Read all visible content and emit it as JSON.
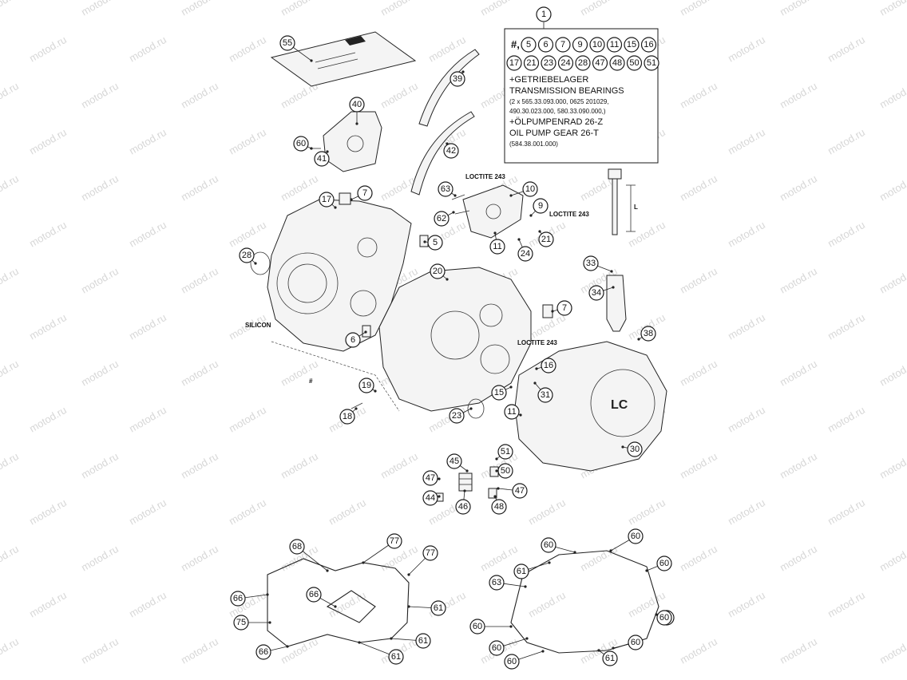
{
  "watermark": "motod.ru",
  "info_box": {
    "callout": "1",
    "hash_label": "#,",
    "row1": [
      "5",
      "6",
      "7",
      "9",
      "10",
      "11",
      "15",
      "16"
    ],
    "row2": [
      "17",
      "21",
      "23",
      "24",
      "28",
      "47",
      "48",
      "50",
      "51"
    ],
    "lines": [
      "+GETRIEBELAGER",
      "TRANSMISSION BEARINGS",
      "(2 x 565.33.093.000, 0625 201029,",
      "490.30.023.000, 580.33.090.000,)",
      "+ÖLPUMPENRAD 26-Z",
      "OIL PUMP GEAR 26-T",
      "(584.38.001.000)"
    ]
  },
  "notes": {
    "loctite_a": "LOCTITE 243",
    "loctite_b": "LOCTITE 243",
    "loctite_c": "LOCTITE 243",
    "silicon": "SILICON",
    "hash": "#",
    "length": "L"
  },
  "callouts": [
    "55",
    "39",
    "40",
    "60",
    "41",
    "42",
    "63",
    "10",
    "9",
    "17",
    "7",
    "62",
    "21",
    "11",
    "24",
    "5",
    "28",
    "20",
    "33",
    "34",
    "7",
    "6",
    "38",
    "16",
    "15",
    "31",
    "19",
    "18",
    "23",
    "11",
    "51",
    "45",
    "50",
    "47",
    "47",
    "44",
    "46",
    "48",
    "30",
    "68",
    "77",
    "77",
    "66",
    "66",
    "61",
    "75",
    "61",
    "66",
    "61",
    "60",
    "60",
    "61",
    "60",
    "63",
    "60",
    "60",
    "60",
    "60",
    "60",
    "61",
    "60"
  ]
}
